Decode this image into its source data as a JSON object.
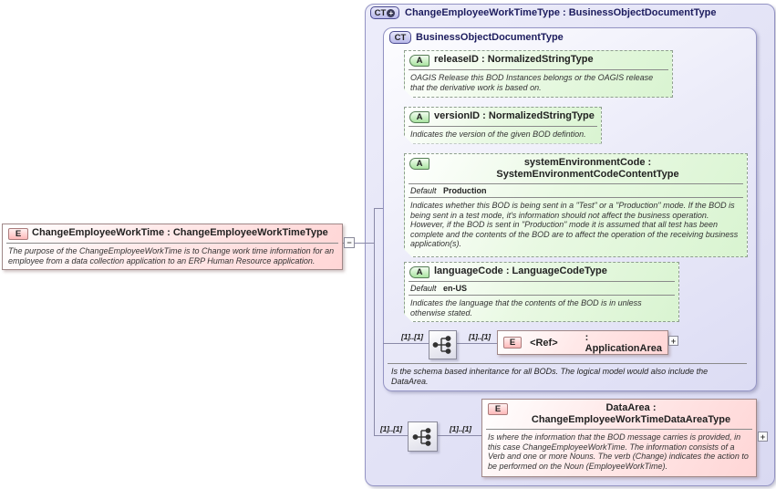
{
  "colors": {
    "container_fill": "#e4e4f7",
    "container_border": "#9494c4",
    "attribute_fill": "#ddf4d5",
    "attribute_badge_fill": "#a9e3a0",
    "element_fill": "#ffd6d6",
    "element_badge_fill": "#ffb9b9",
    "connector": "#8a8aa8"
  },
  "root_element": {
    "badge": "E",
    "title": "ChangeEmployeeWorkTime : ChangeEmployeeWorkTimeType",
    "annotation": "The purpose of the ChangeEmployeeWorkTime is to Change work time information for an employee from a data collection application to an ERP Human Resource application.",
    "collapse_glyph": "−"
  },
  "outer_type": {
    "badge": "CT",
    "badge_plus": "+",
    "title": "ChangeEmployeeWorkTimeType : BusinessObjectDocumentType",
    "base": {
      "badge": "CT",
      "title": "BusinessObjectDocumentType",
      "attributes": [
        {
          "badge": "A",
          "title": "releaseID : NormalizedStringType",
          "annotation": "OAGIS Release this BOD Instances belongs or the OAGIS release that the derivative work is based on."
        },
        {
          "badge": "A",
          "title": "versionID : NormalizedStringType",
          "annotation": "Indicates the version of the given BOD defintion."
        },
        {
          "badge": "A",
          "title": "systemEnvironmentCode : SystemEnvironmentCodeContentType",
          "default_label": "Default",
          "default_value": "Production",
          "annotation": "Indicates whether this BOD is being sent in a \"Test\" or a \"Production\" mode. If the BOD is being sent in a test mode, it's information should not affect the business operation. However, if the BOD is sent in \"Production\" mode it is assumed that all test has been complete and the contents of the BOD are to affect the operation of the receiving business application(s)."
        },
        {
          "badge": "A",
          "title": "languageCode : LanguageCodeType",
          "default_label": "Default",
          "default_value": "en-US",
          "annotation": "Indicates the language that the contents of the BOD is in unless otherwise stated."
        }
      ],
      "sequence": {
        "cardinality_left": "[1]..[1]",
        "cardinality_right": "[1]..[1]",
        "element": {
          "badge": "E",
          "name": "<Ref>",
          "type": ": ApplicationArea",
          "expand_glyph": "+"
        }
      },
      "annotation": "Is the schema based inheritance for all BODs. The logical model would also include the DataArea."
    },
    "sequence": {
      "cardinality_left": "[1]..[1]",
      "cardinality_right": "[1]..[1]",
      "element": {
        "badge": "E",
        "title": "DataArea : ChangeEmployeeWorkTimeDataAreaType",
        "annotation": "Is where the information that the BOD message carries is provided, in this case ChangeEmployeeWorkTime. The information consists of a Verb and one or more Nouns. The verb (Change) indicates the action to be performed on the Noun (EmployeeWorkTime).",
        "expand_glyph": "+"
      }
    }
  }
}
